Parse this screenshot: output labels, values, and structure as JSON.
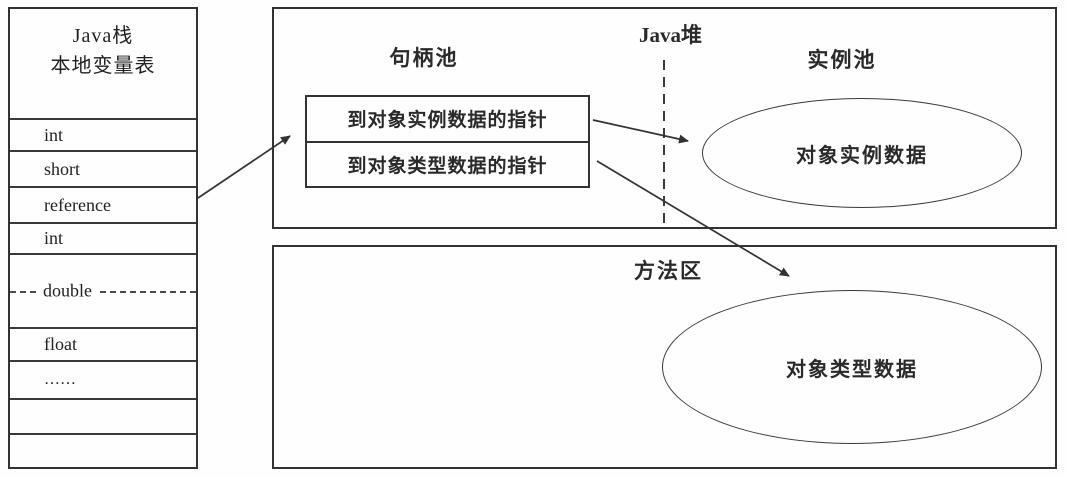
{
  "colors": {
    "line": "#333333",
    "background": "#fefefe",
    "text": "#222222"
  },
  "stack_table": {
    "title_line1": "Java栈",
    "title_line2": "本地变量表",
    "rows": [
      "int",
      "short",
      "reference",
      "int",
      "double",
      "float",
      "……",
      "",
      ""
    ]
  },
  "heap": {
    "label": "Java堆",
    "handle_pool": {
      "label": "句柄池",
      "rows": [
        "到对象实例数据的指针",
        "到对象类型数据的指针"
      ]
    },
    "instance_pool": {
      "label": "实例池",
      "ellipse_label": "对象实例数据"
    }
  },
  "method_area": {
    "label": "方法区",
    "ellipse_label": "对象类型数据"
  }
}
